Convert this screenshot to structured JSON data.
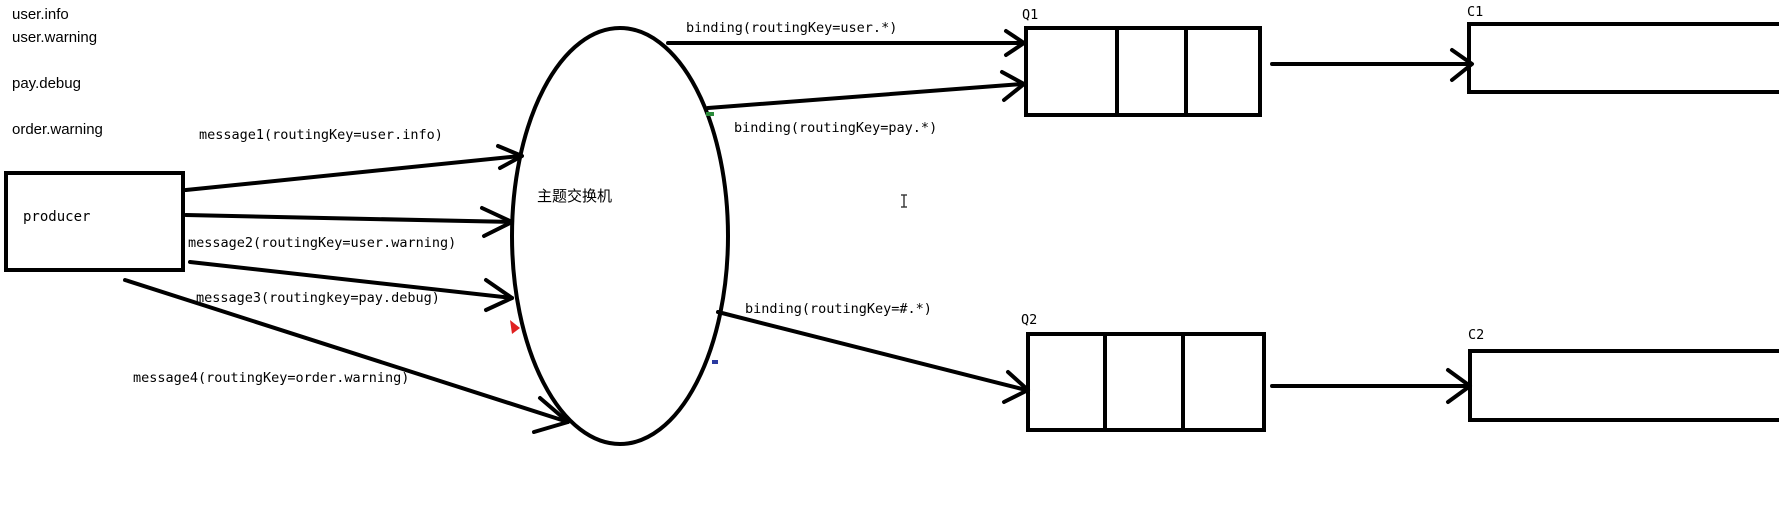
{
  "routing_keys": [
    "user.info",
    "user.warning",
    "pay.debug",
    "order.warning"
  ],
  "producer": {
    "label": "producer"
  },
  "exchange": {
    "label": "主题交换机"
  },
  "messages": [
    "message1(routingKey=user.info)",
    "message2(routingKey=user.warning)",
    "message3(routingkey=pay.debug)",
    "message4(routingKey=order.warning)"
  ],
  "bindings": [
    "binding(routingKey=user.*)",
    "binding(routingKey=pay.*)",
    "binding(routingKey=#.*)"
  ],
  "queues": [
    {
      "label": "Q1"
    },
    {
      "label": "Q2"
    }
  ],
  "consumers": [
    {
      "label": "C1"
    },
    {
      "label": "C2"
    }
  ]
}
